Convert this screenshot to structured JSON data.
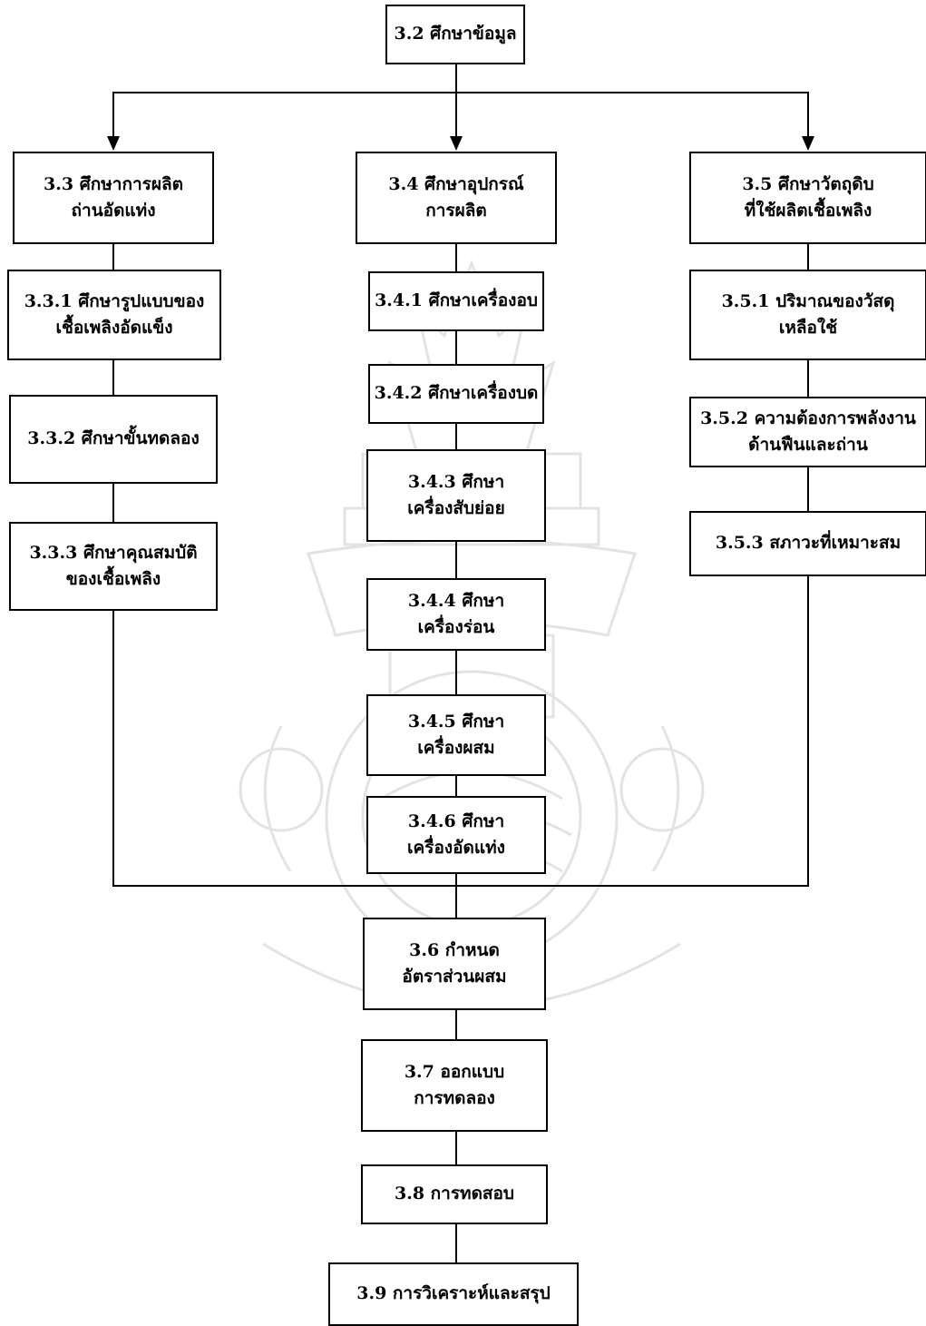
{
  "nodes": {
    "n32": {
      "line1": "3.2 ศึกษาข้อมูล"
    },
    "n33": {
      "line1": "3.3 ศึกษาการผลิต",
      "line2": "ถ่านอัดแท่ง"
    },
    "n34": {
      "line1": "3.4 ศึกษาอุปกรณ์",
      "line2": "การผลิต"
    },
    "n35": {
      "line1": "3.5 ศึกษาวัตถุดิบ",
      "line2": "ที่ใช้ผลิตเชื้อเพลิง"
    },
    "n331": {
      "line1": "3.3.1 ศึกษารูปแบบของ",
      "line2": "เชื้อเพลิงอัดแข็ง"
    },
    "n332": {
      "line1": "3.3.2 ศึกษาขั้นทดลอง"
    },
    "n333": {
      "line1": "3.3.3 ศึกษาคุณสมบัติ",
      "line2": "ของเชื้อเพลิง"
    },
    "n341": {
      "line1": "3.4.1 ศึกษาเครื่องอบ"
    },
    "n342": {
      "line1": "3.4.2 ศึกษาเครื่องบด"
    },
    "n343": {
      "line1": "3.4.3 ศึกษา",
      "line2": "เครื่องสับย่อย"
    },
    "n344": {
      "line1": "3.4.4 ศึกษา",
      "line2": "เครื่องร่อน"
    },
    "n345": {
      "line1": "3.4.5 ศึกษา",
      "line2": "เครื่องผสม"
    },
    "n346": {
      "line1": "3.4.6 ศึกษา",
      "line2": "เครื่องอัดแท่ง"
    },
    "n351": {
      "line1": "3.5.1 ปริมาณของวัสดุ",
      "line2": "เหลือใช้"
    },
    "n352": {
      "line1": "3.5.2 ความต้องการพลังงาน",
      "line2": "ด้านฟืนและถ่าน"
    },
    "n353": {
      "line1": "3.5.3 สภาวะที่เหมาะสม"
    },
    "n36": {
      "line1": "3.6 กำหนด",
      "line2": "อัตราส่วนผสม"
    },
    "n37": {
      "line1": "3.7 ออกแบบ",
      "line2": "การทดลอง"
    },
    "n38": {
      "line1": "3.8 การทดสอบ"
    },
    "n39": {
      "line1": "3.9 การวิเคราะห์และสรุป"
    }
  }
}
